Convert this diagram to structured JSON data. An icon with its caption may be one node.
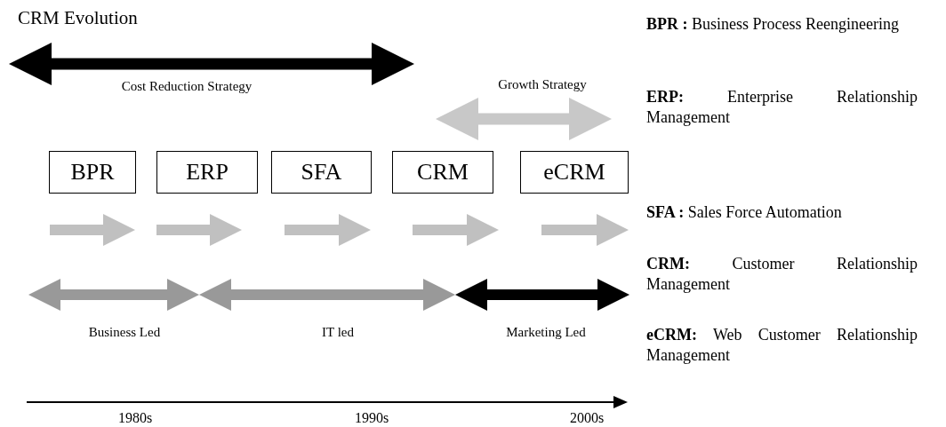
{
  "diagram": {
    "title": "CRM Evolution",
    "nodes": [
      {
        "text": [
          "BPR"
        ]
      },
      {
        "text": [
          "ERP"
        ]
      },
      {
        "text": [
          "SFA"
        ]
      },
      {
        "text": [
          "CRM"
        ]
      },
      {
        "text": [
          "eCRM"
        ]
      }
    ],
    "labels": [
      "Cost Reduction Strategy",
      "Growth Strategy",
      "Business Led",
      "IT led",
      "Marketing Led",
      "1980s",
      "1990s",
      "2000s",
      "**BPR :** Business Process Reengineering",
      "**ERP:** Enterprise Relationship Management",
      "**SFA :** Sales Force Automation",
      "**CRM:** Customer Relationship Management",
      "**eCRM:** Web Customer Relationship Management"
    ]
  }
}
